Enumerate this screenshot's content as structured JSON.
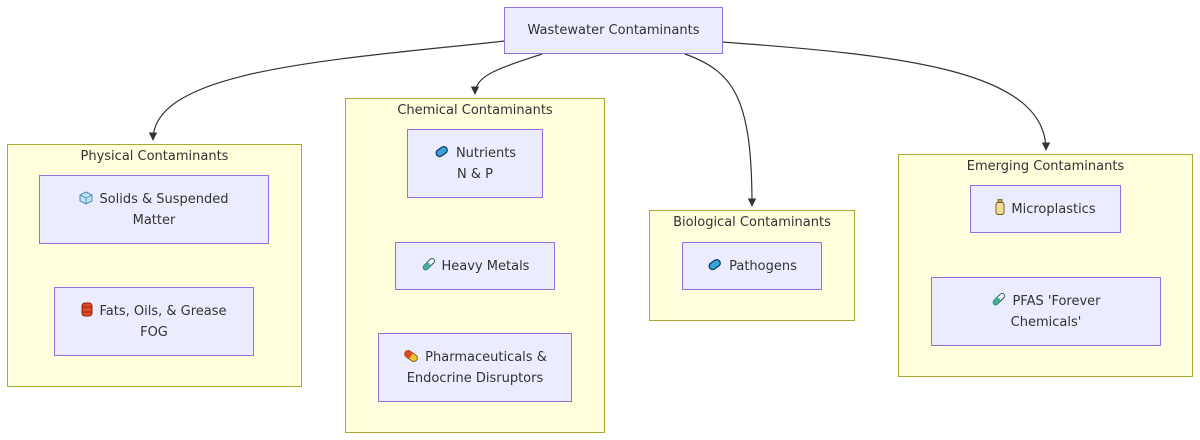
{
  "diagram": {
    "root": {
      "label": "Wastewater Contaminants"
    },
    "clusters": {
      "physical": {
        "title": "Physical Contaminants",
        "nodes": {
          "solids": {
            "line1": "Solids & Suspended",
            "line2": "Matter",
            "icon": "ice-cube-icon"
          },
          "fog": {
            "line1": "Fats, Oils, & Grease",
            "line2": "FOG",
            "icon": "oil-drum-icon"
          }
        }
      },
      "chemical": {
        "title": "Chemical Contaminants",
        "nodes": {
          "nutrients": {
            "line1": "Nutrients",
            "line2": "N & P",
            "icon": "microbe-icon"
          },
          "metals": {
            "line1": "Heavy Metals",
            "icon": "test-tube-icon"
          },
          "pharma": {
            "line1": "Pharmaceuticals &",
            "line2": "Endocrine Disruptors",
            "icon": "pill-icon"
          }
        }
      },
      "biological": {
        "title": "Biological Contaminants",
        "nodes": {
          "pathogens": {
            "line1": "Pathogens",
            "icon": "microbe-icon"
          }
        }
      },
      "emerging": {
        "title": "Emerging Contaminants",
        "nodes": {
          "microplastics": {
            "line1": "Microplastics",
            "icon": "plastic-bottle-icon"
          },
          "pfas": {
            "line1": "PFAS 'Forever",
            "line2": "Chemicals'",
            "icon": "test-tube-icon"
          }
        }
      }
    },
    "colors": {
      "node_fill": "#ececff",
      "node_border": "#9370db",
      "cluster_fill": "#ffffde",
      "cluster_border": "#aaaa33",
      "edge": "#333333"
    }
  }
}
